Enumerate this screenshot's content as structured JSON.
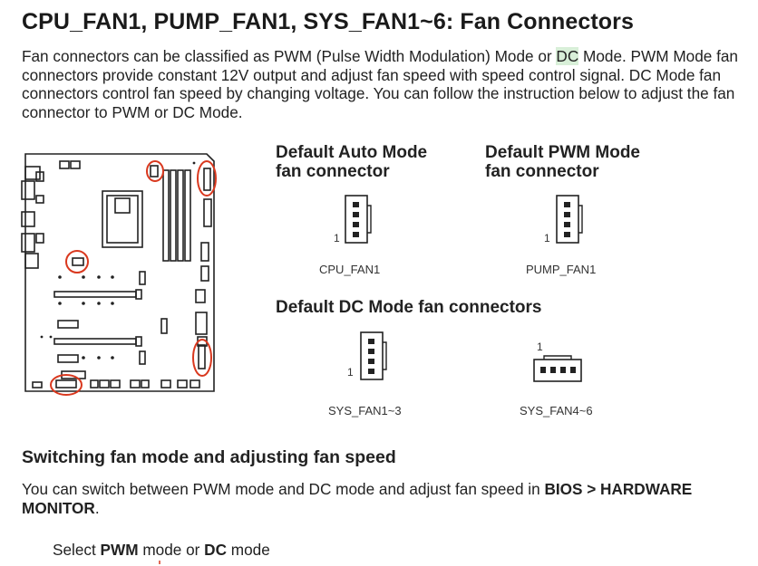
{
  "title": "CPU_FAN1, PUMP_FAN1, SYS_FAN1~6: Fan Connectors",
  "intro": {
    "text_before": "Fan connectors can be classified as PWM (Pulse Width Modulation) Mode or ",
    "highlight": "DC",
    "text_after": " Mode. PWM Mode fan connectors provide constant 12V output and adjust fan speed with speed control signal. DC Mode fan connectors control fan speed by changing voltage. You can follow the instruction below to adjust the fan connector to PWM or DC Mode."
  },
  "connectors": {
    "auto_heading": "Default Auto Mode fan connector",
    "pwm_heading": "Default PWM Mode fan connector",
    "dc_heading": "Default DC Mode fan connectors",
    "pin_label": "1",
    "cpu_fan": "CPU_FAN1",
    "pump_fan": "PUMP_FAN1",
    "sys_fan_1_3": "SYS_FAN1~3",
    "sys_fan_4_6": "SYS_FAN4~6"
  },
  "section": {
    "heading": "Switching fan mode and adjusting fan speed",
    "body_before": "You can switch between PWM mode and DC mode and adjust fan speed in ",
    "body_bold": "BIOS > HARDWARE MONITOR",
    "body_after": ".",
    "select_prefix": "Select ",
    "select_pwm": "PWM",
    "select_mid": " mode or ",
    "select_dc": "DC",
    "select_suffix": " mode"
  },
  "colors": {
    "highlight_bg": "#d8efd8",
    "circle_marker": "#d9381e",
    "diagram_stroke": "#222222"
  }
}
